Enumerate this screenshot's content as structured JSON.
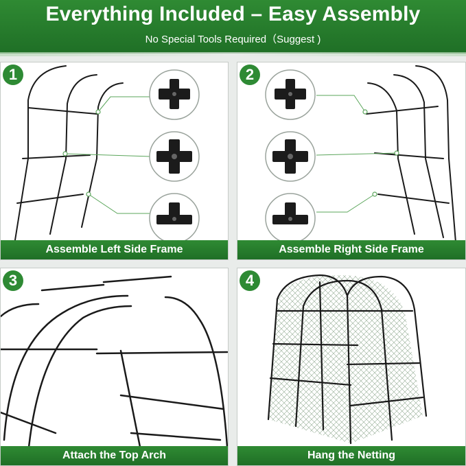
{
  "header": {
    "title": "Everything Included – Easy Assembly",
    "subtitle": "No Special Tools Required（Suggest )"
  },
  "steps": [
    {
      "number": "1",
      "caption": "Assemble Left Side Frame"
    },
    {
      "number": "2",
      "caption": "Assemble Right Side Frame"
    },
    {
      "number": "3",
      "caption": "Attach the Top Arch"
    },
    {
      "number": "4",
      "caption": "Hang the Netting"
    }
  ],
  "icons": {
    "connectors": [
      "t-connector-icon",
      "cross-connector-icon",
      "corner-connector-icon"
    ]
  },
  "colors": {
    "brand_green": "#2e8a34",
    "frame": "#1a1a1a",
    "net": "#4a6b4a"
  }
}
